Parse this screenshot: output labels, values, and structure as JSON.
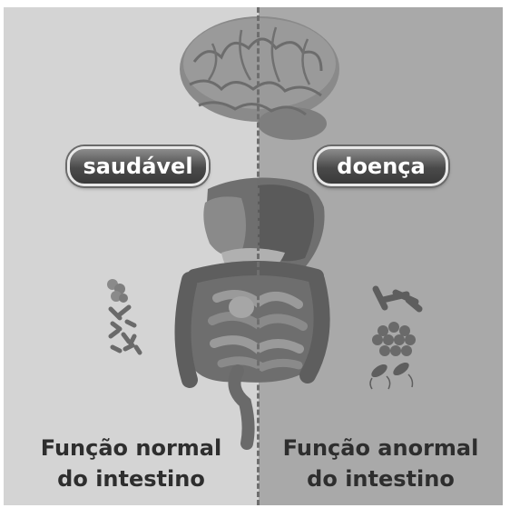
{
  "labels": {
    "healthy": "saudável",
    "disease": "doença"
  },
  "captions": {
    "normal_line1": "Função normal",
    "normal_line2": "do intestino",
    "abnormal_line1": "Função anormal",
    "abnormal_line2": "do intestino"
  },
  "colors": {
    "left_panel": "#d4d4d4",
    "right_panel": "#a9a9a9",
    "pill": "#4a4a4a",
    "caption_text": "#2e2e2e"
  }
}
